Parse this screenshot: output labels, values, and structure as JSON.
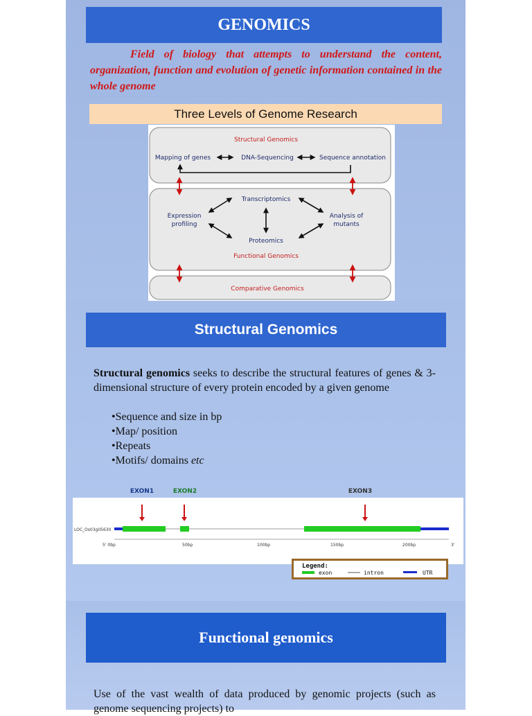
{
  "slide1": {
    "title": "GENOMICS",
    "definition": "Field of biology that attempts to understand the content, organization, function and evolution of genetic information contained in the whole genome",
    "levels_title": "Three Levels of Genome Research",
    "diagram": {
      "structural": "Structural Genomics",
      "mapping": "Mapping of genes",
      "sequencing": "DNA-Sequencing",
      "annotation": "Sequence annotation",
      "transcriptomics": "Transcriptomics",
      "expression_1": "Expression",
      "expression_2": "profiling",
      "mutants_1": "Analysis of",
      "mutants_2": "mutants",
      "proteomics": "Proteomics",
      "functional": "Functional Genomics",
      "comparative": "Comparative Genomics"
    }
  },
  "slide2": {
    "title": "Structural Genomics",
    "desc_bold": "Structural genomics",
    "desc_rest": " seeks to describe the structural features of genes & 3-dimensional structure of every protein encoded by a given genome",
    "bullets": [
      "Sequence and size in bp",
      "Map/ position",
      "Repeats"
    ],
    "last_bullet_text": "Motifs/ domains ",
    "last_bullet_italic": "etc",
    "gene_map": {
      "exon1": "EXON1",
      "exon2": "EXON2",
      "exon3": "EXON3",
      "locus": "LOC_Os03g05630",
      "ticks": [
        "5' 0bp",
        "50bp",
        "100bp",
        "150bp",
        "200bp",
        "3'"
      ],
      "legend_title": "Legend:",
      "legend_exon": "exon",
      "legend_intron": "intron",
      "legend_utr": "UTR",
      "colors": {
        "exon": "#22cc22",
        "utr": "#1a2ccc",
        "intron": "#888888",
        "arrow": "#cc1111"
      }
    }
  },
  "slide3": {
    "title": "Functional genomics",
    "text": "Use of the vast wealth of data produced by genomic projects (such as genome sequencing projects) to"
  }
}
